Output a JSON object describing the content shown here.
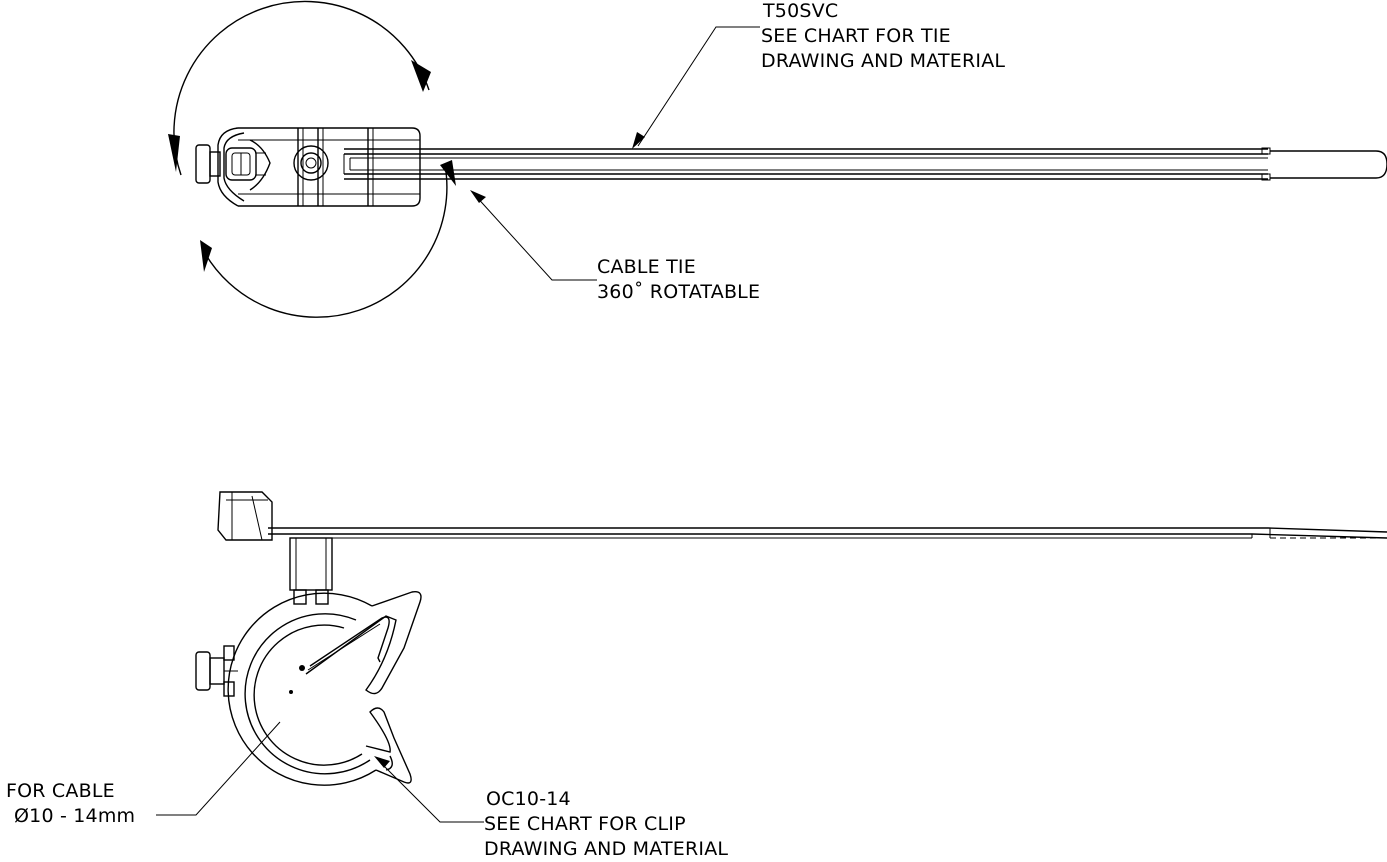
{
  "labels": {
    "tie_part": "T50SVC",
    "tie_note_1": "SEE CHART FOR TIE",
    "tie_note_2": "DRAWING AND MATERIAL",
    "cable_tie_1": "CABLE TIE",
    "cable_tie_2": "360˚ ROTATABLE",
    "for_cable_1": "FOR CABLE",
    "for_cable_2": "Ø10 - 14mm",
    "clip_part": "OC10-14",
    "clip_note_1": "SEE CHART FOR CLIP",
    "clip_note_2": "DRAWING AND MATERIAL"
  }
}
